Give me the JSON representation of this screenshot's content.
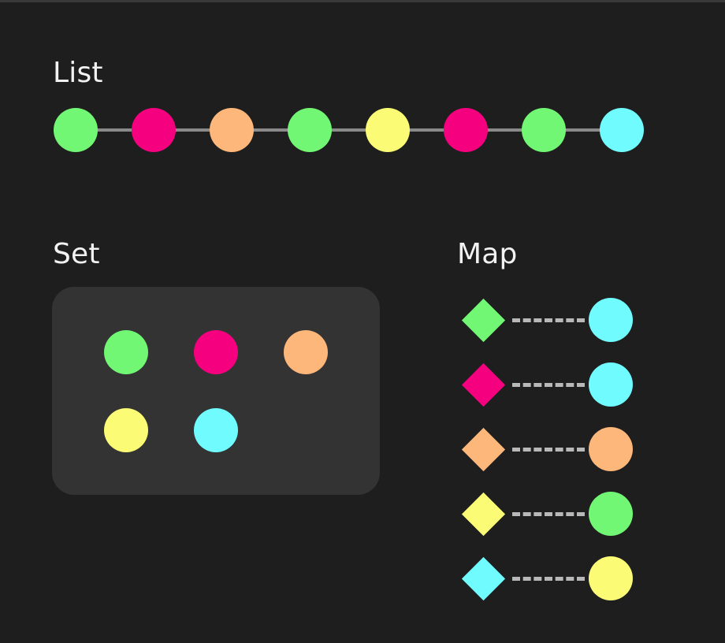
{
  "colors": {
    "green": "#72f774",
    "pink": "#f5017f",
    "orange": "#fdb77a",
    "yellow": "#fcfb75",
    "cyan": "#70fcfe"
  },
  "list": {
    "title": "List",
    "items": [
      "green",
      "pink",
      "orange",
      "green",
      "yellow",
      "pink",
      "green",
      "cyan"
    ]
  },
  "set": {
    "title": "Set",
    "items": [
      "green",
      "pink",
      "orange",
      "yellow",
      "cyan"
    ]
  },
  "map": {
    "title": "Map",
    "entries": [
      {
        "key": "green",
        "value": "cyan"
      },
      {
        "key": "pink",
        "value": "cyan"
      },
      {
        "key": "orange",
        "value": "orange"
      },
      {
        "key": "yellow",
        "value": "green"
      },
      {
        "key": "cyan",
        "value": "yellow"
      }
    ]
  }
}
